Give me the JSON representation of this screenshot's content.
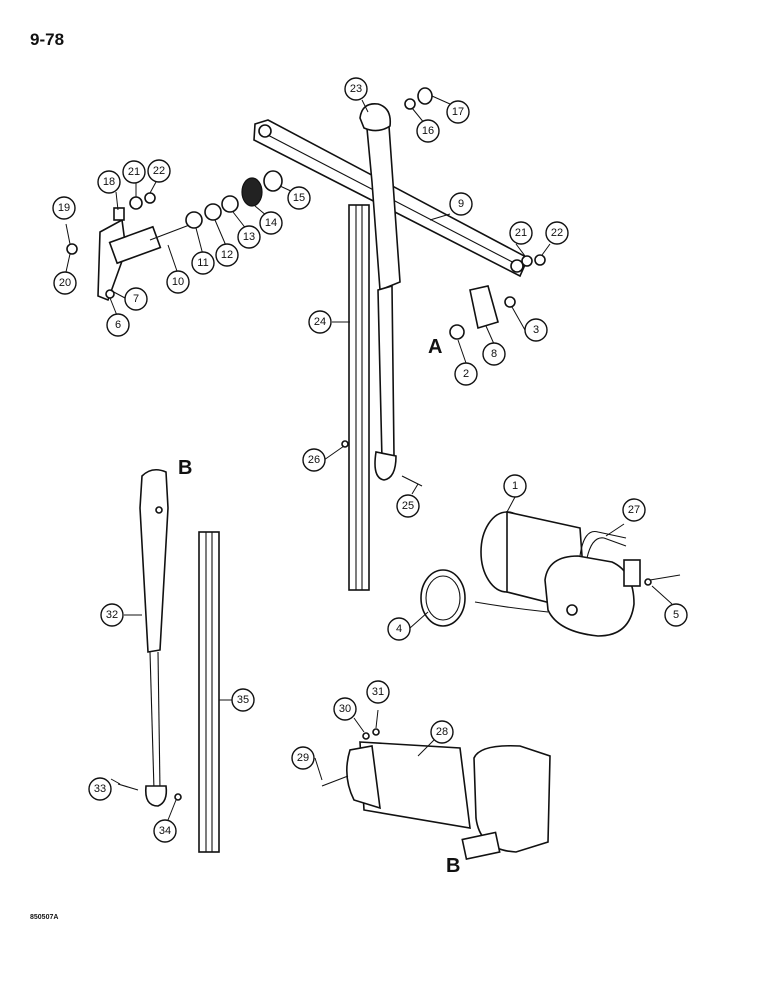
{
  "page_number": "9-78",
  "figure_code": "850507A",
  "view_markers": {
    "a": "A",
    "b_upper": "B",
    "b_lower": "B"
  },
  "callouts": [
    {
      "id": "c1",
      "label": "1"
    },
    {
      "id": "c2",
      "label": "2"
    },
    {
      "id": "c3",
      "label": "3"
    },
    {
      "id": "c4",
      "label": "4"
    },
    {
      "id": "c5",
      "label": "5"
    },
    {
      "id": "c6",
      "label": "6"
    },
    {
      "id": "c7",
      "label": "7"
    },
    {
      "id": "c8",
      "label": "8"
    },
    {
      "id": "c9",
      "label": "9"
    },
    {
      "id": "c10",
      "label": "10"
    },
    {
      "id": "c11",
      "label": "11"
    },
    {
      "id": "c12",
      "label": "12"
    },
    {
      "id": "c13",
      "label": "13"
    },
    {
      "id": "c14",
      "label": "14"
    },
    {
      "id": "c15",
      "label": "15"
    },
    {
      "id": "c16",
      "label": "16"
    },
    {
      "id": "c17",
      "label": "17"
    },
    {
      "id": "c18",
      "label": "18"
    },
    {
      "id": "c19",
      "label": "19"
    },
    {
      "id": "c20",
      "label": "20"
    },
    {
      "id": "c21a",
      "label": "21"
    },
    {
      "id": "c22a",
      "label": "22"
    },
    {
      "id": "c21b",
      "label": "21"
    },
    {
      "id": "c22b",
      "label": "22"
    },
    {
      "id": "c23",
      "label": "23"
    },
    {
      "id": "c24",
      "label": "24"
    },
    {
      "id": "c25",
      "label": "25"
    },
    {
      "id": "c26",
      "label": "26"
    },
    {
      "id": "c27",
      "label": "27"
    },
    {
      "id": "c28",
      "label": "28"
    },
    {
      "id": "c29",
      "label": "29"
    },
    {
      "id": "c30",
      "label": "30"
    },
    {
      "id": "c31",
      "label": "31"
    },
    {
      "id": "c32",
      "label": "32"
    },
    {
      "id": "c33",
      "label": "33"
    },
    {
      "id": "c34",
      "label": "34"
    },
    {
      "id": "c35",
      "label": "35"
    }
  ]
}
